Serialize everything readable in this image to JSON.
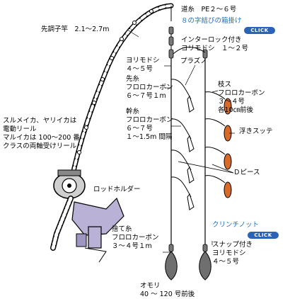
{
  "labels": {
    "main_line": "道糸　PE２～６号",
    "figure8_knot": "８の字結びの箱掛け",
    "interlock_swivel": "インターロック付き\nヨリモドシ　１～２号",
    "rod": "先調子竿　2.1～2.7m",
    "swivel_top": "ヨリモドシ\n４～５号",
    "plazuno": "プラズノ",
    "leader": "先糸\nフロロカーボン\n６～７号１m",
    "branch": "枝ス\nフロロカーボン\n３～４号\n各10㎝前後",
    "float_jig": "浮きスッテ",
    "trunk": "幹糸\nフロロカーボン\n６～７号\n１～1.5m 間隔",
    "reel_note": "スルメイカ、ヤリイカは\n電動リール\nマルイカは 100～200 番\nクラスの両軸受けリール",
    "d_piece": "Ｄピース",
    "rod_holder": "ロッドホルダー",
    "clinch_knot": "クリンチノット",
    "sinker_line": "捨て糸\nフロロカーボン\n３～４号１m",
    "snap_swivel": "スナップ付き\nヨリモドシ\n４～５号",
    "sinker": "オモリ\n40 ～ 120 号前後"
  },
  "buttons": {
    "click1": "CLICK",
    "click2": "CLICK"
  },
  "colors": {
    "link_blue": "#1a6fc4",
    "button_blue": "#2a63b8",
    "squid_orange": "#d86a2a",
    "holder_lavender": "#b9b1d6",
    "sinker_gray": "#6f6f6f"
  }
}
